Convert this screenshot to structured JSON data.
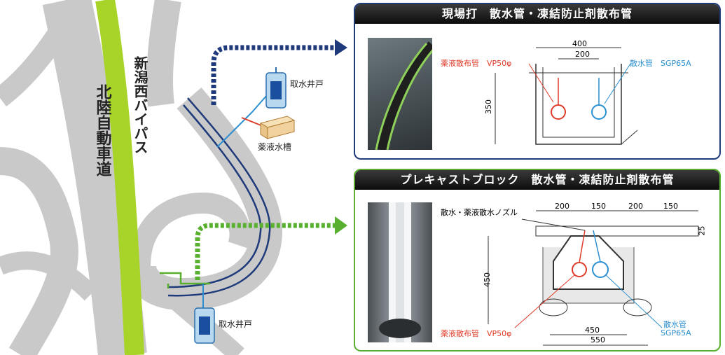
{
  "map": {
    "expressway_label": "北陸自動車道",
    "bypass_label": "新潟西バイパス",
    "well_top_label": "取水井戸",
    "tank_label": "薬液水槽",
    "well_bottom_label": "取水井戸"
  },
  "panel_top": {
    "title": "現場打　散水管・凍結防止剤散布管",
    "dim_400": "400",
    "dim_200": "200",
    "dim_350": "350",
    "chem_pipe_label": "薬液散布管　VP50φ",
    "water_pipe_label": "散水管　SGP65A"
  },
  "panel_bottom": {
    "title": "プレキャストブロック　散水管・凍結防止剤散布管",
    "nozzle_label": "散水・薬液散水ノズル",
    "dims_top": [
      "200",
      "150",
      "200",
      "150"
    ],
    "dim_side": "25",
    "dim_height": "450",
    "dim_450": "450",
    "dim_550": "550",
    "chem_pipe_label": "薬液散布管　VP50φ",
    "water_pipe_label_1": "散水管",
    "water_pipe_label_2": "SGP65A"
  },
  "colors": {
    "road_gray": "#c8c8c8",
    "expressway_green": "#a8d42a",
    "navy": "#1e3a7a",
    "green_line": "#58b02e",
    "chem_red": "#e03c2a",
    "water_blue": "#2a8fd0"
  }
}
